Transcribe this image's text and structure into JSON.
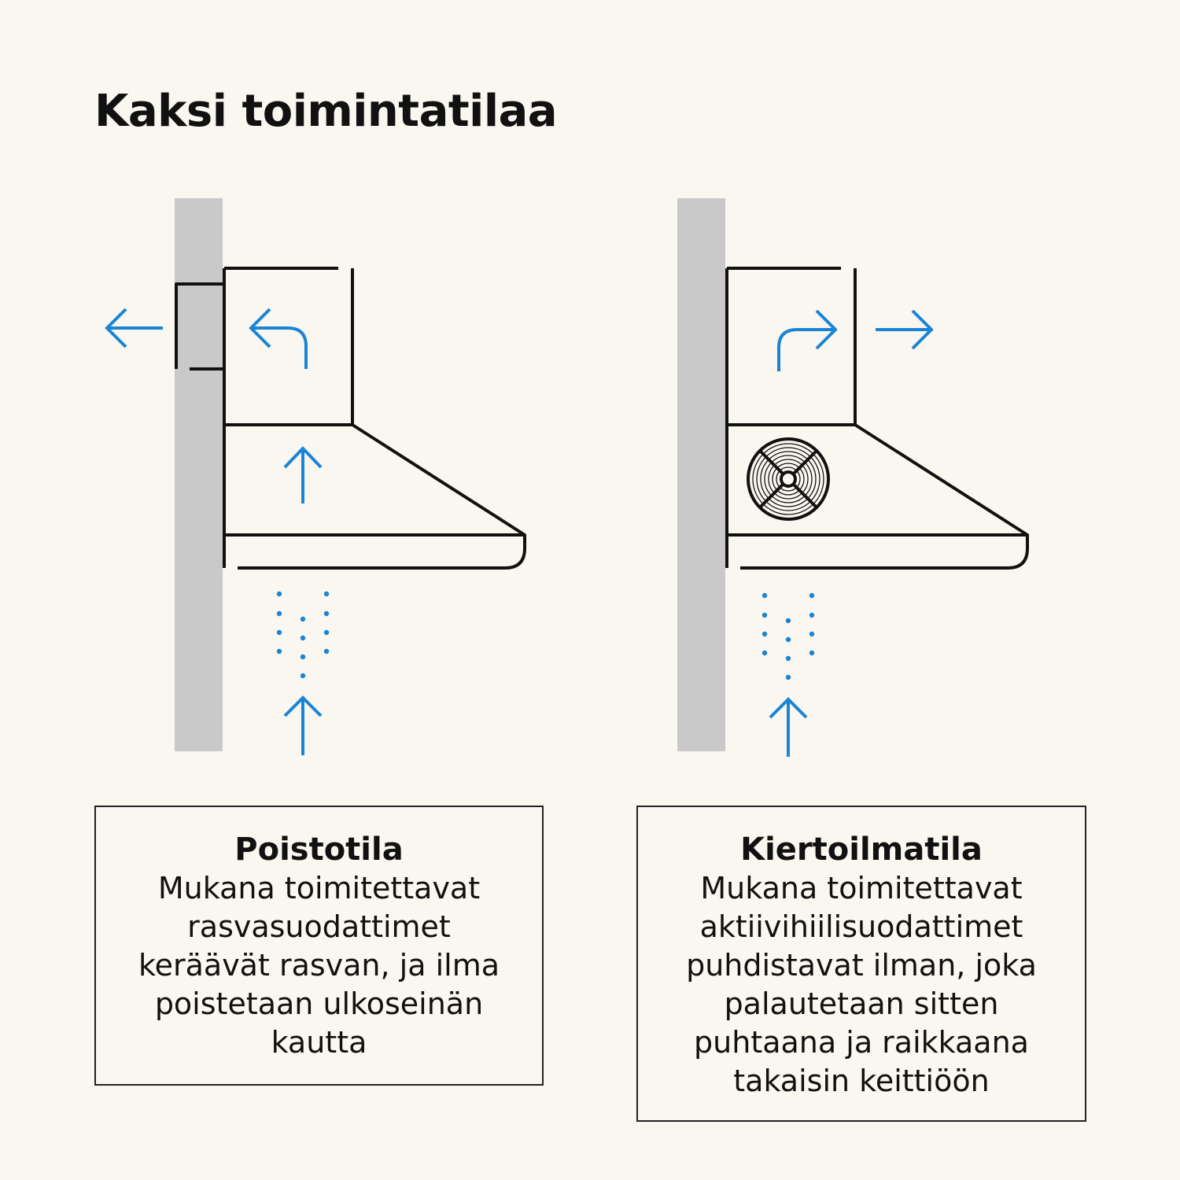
{
  "title": "Kaksi toimintatilaa",
  "modes": [
    {
      "id": "exhaust",
      "title": "Poistotila",
      "description": "Mukana toimitettavat\nrasvasuodattimet\nkeräävät rasvan, ja ilma\npoistetaan ulkoseinän\nkautta"
    },
    {
      "id": "recirculation",
      "title": "Kiertoilmatila",
      "description": "Mukana toimitettavat\naktiivihiilisuodattimet\npuhdistavat ilman, joka\npalautetaan sitten\npuhtaana ja raikkaana\ntakaisin keittiöön"
    }
  ],
  "colors": {
    "background": "#faf7f0",
    "wall": "#c9c9c9",
    "outline": "#111111",
    "airflow_arrow": "#1a84d6"
  },
  "icons": {
    "exhaust_arrows": [
      "arrow-left-icon",
      "arrow-turn-left-icon",
      "arrow-up-icon"
    ],
    "recirculation_arrows": [
      "arrow-right-icon",
      "arrow-turn-right-icon",
      "arrow-up-icon"
    ],
    "filter": "carbon-filter-icon"
  }
}
